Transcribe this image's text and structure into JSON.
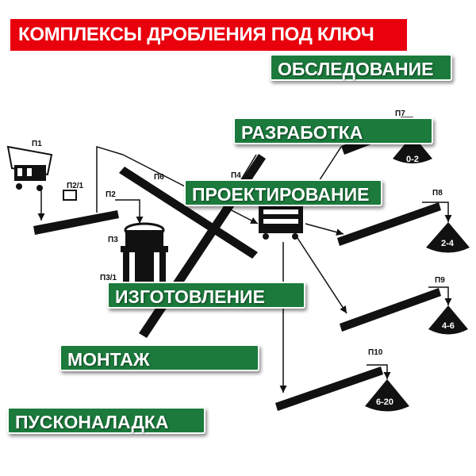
{
  "title": "КОМПЛЕКСЫ ДРОБЛЕНИЯ ПОД КЛЮЧ",
  "stages": [
    "ОБСЛЕДОВАНИЕ",
    "РАЗРАБОТКА",
    "ПРОЕКТИРОВАНИЕ",
    "ИЗГОТОВЛЕНИЕ",
    "МОНТАЖ",
    "ПУСКОНАЛАДКА"
  ],
  "equipment_labels": {
    "p1": "П1",
    "p2_1": "П2/1",
    "p2": "П2",
    "p3": "П3",
    "p3_1": "П3/1",
    "p4": "П4",
    "p6": "П6",
    "p7": "П7",
    "p8": "П8",
    "p9": "П9",
    "p10": "П10"
  },
  "fractions": [
    "0-2",
    "2-4",
    "4-6",
    "6-20"
  ],
  "colors": {
    "title_bg": "#e8000d",
    "stage_bg": "#1b7a3c",
    "equipment": "#111111"
  }
}
